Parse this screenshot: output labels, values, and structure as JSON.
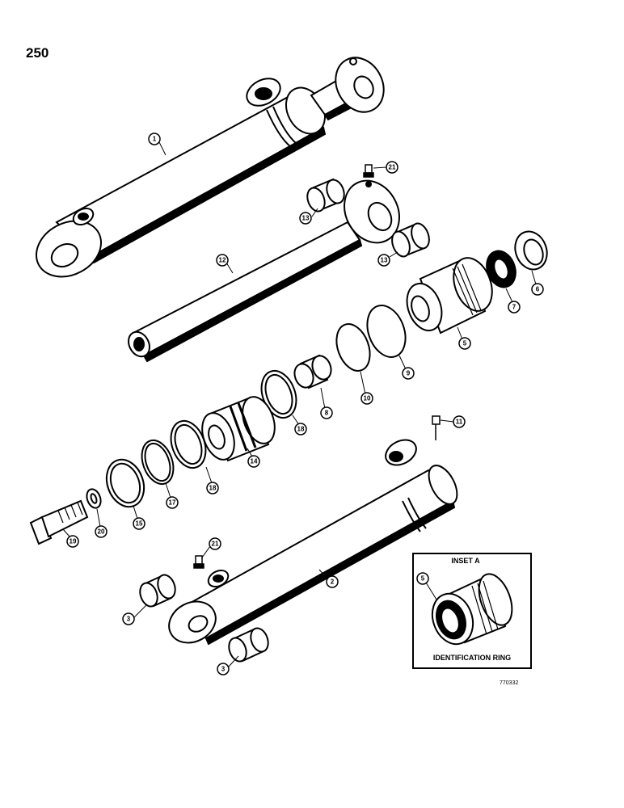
{
  "page_number": "250",
  "figure_code": "770332",
  "inset": {
    "title": "INSET A",
    "caption": "IDENTIFICATION RING",
    "callout": "5"
  },
  "callouts": [
    {
      "id": "c1",
      "label": "1"
    },
    {
      "id": "c21a",
      "label": "21"
    },
    {
      "id": "c13a",
      "label": "13"
    },
    {
      "id": "c13b",
      "label": "13"
    },
    {
      "id": "c12",
      "label": "12"
    },
    {
      "id": "c7",
      "label": "7"
    },
    {
      "id": "c6",
      "label": "6"
    },
    {
      "id": "c5",
      "label": "5"
    },
    {
      "id": "c9",
      "label": "9"
    },
    {
      "id": "c10",
      "label": "10"
    },
    {
      "id": "c8",
      "label": "8"
    },
    {
      "id": "c18a",
      "label": "18"
    },
    {
      "id": "c14",
      "label": "14"
    },
    {
      "id": "c18b",
      "label": "18"
    },
    {
      "id": "c17",
      "label": "17"
    },
    {
      "id": "c15",
      "label": "15"
    },
    {
      "id": "c20",
      "label": "20"
    },
    {
      "id": "c19",
      "label": "19"
    },
    {
      "id": "c11",
      "label": "11"
    },
    {
      "id": "c2",
      "label": "2"
    },
    {
      "id": "c21b",
      "label": "21"
    },
    {
      "id": "c3a",
      "label": "3"
    },
    {
      "id": "c3b",
      "label": "3"
    }
  ]
}
